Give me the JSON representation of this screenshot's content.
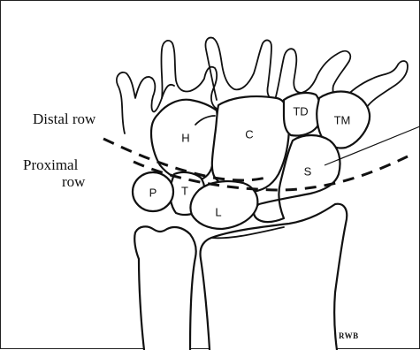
{
  "labels": {
    "distal_row": "Distal row",
    "proximal_row_line1": "Proximal",
    "proximal_row_line2": "row"
  },
  "bones": {
    "hamate": "H",
    "capitate": "C",
    "trapezoid": "TD",
    "trapezium": "TM",
    "scaphoid": "S",
    "pisiform": "P",
    "triquetrum": "T",
    "lunate": "L"
  },
  "signature": "RWB",
  "colors": {
    "line": "#111111",
    "background": "#ffffff"
  }
}
